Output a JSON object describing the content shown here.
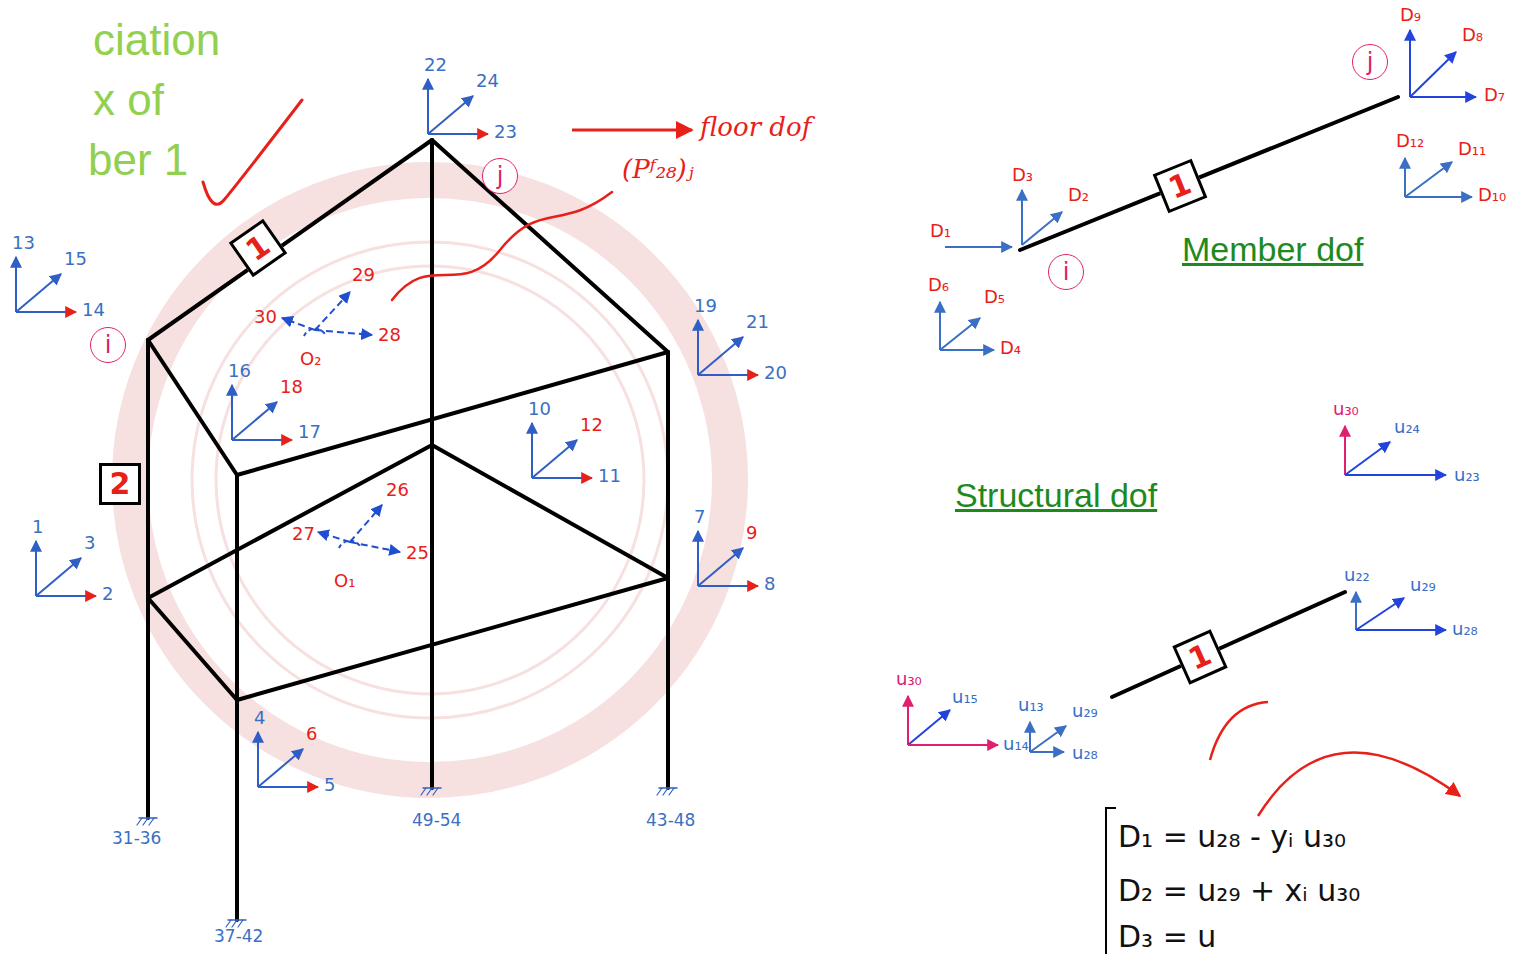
{
  "diagram": {
    "nodes": [
      {
        "text": [
          "1"
        ]
      },
      {
        "text": [
          "2"
        ]
      },
      {
        "text": [
          "i"
        ]
      },
      {
        "text": [
          "j"
        ]
      },
      {
        "text": [
          "1"
        ]
      },
      {
        "text": [
          "j"
        ]
      },
      {
        "text": [
          "i"
        ]
      },
      {
        "text": [
          "1"
        ]
      }
    ],
    "labels": [
      "ciation",
      "x of",
      "ber 1",
      "22",
      "24",
      "23",
      "13",
      "15",
      "14",
      "29",
      "30",
      "28",
      "O₂",
      "16",
      "18",
      "17",
      "19",
      "21",
      "20",
      "10",
      "12",
      "11",
      "1",
      "3",
      "2",
      "27",
      "26",
      "25",
      "O₁",
      "7",
      "9",
      "8",
      "4",
      "6",
      "5",
      "31-36",
      "49-54",
      "43-48",
      "37-42",
      "(Pᶠ₂₈)ⱼ",
      "floor dof",
      "D₉",
      "D₈",
      "D₇",
      "D₁₂",
      "D₁₁",
      "D₁₀",
      "D₃",
      "D₂",
      "D₁",
      "D₆",
      "D₅",
      "D₄",
      "Member dof",
      "Structural dof",
      "u₃₀",
      "u₂₄",
      "u₂₃",
      "u₂₂",
      "u₂₉",
      "u₂₈",
      "u₃₀",
      "u₁₅",
      "u₁₄",
      "u₁₃",
      "u₂₉",
      "u₂₈",
      "D₁ = u₂₈ - yᵢ u₃₀",
      "D₂ = u₂₉ + xᵢ u₃₀",
      "D₃ = u"
    ]
  }
}
